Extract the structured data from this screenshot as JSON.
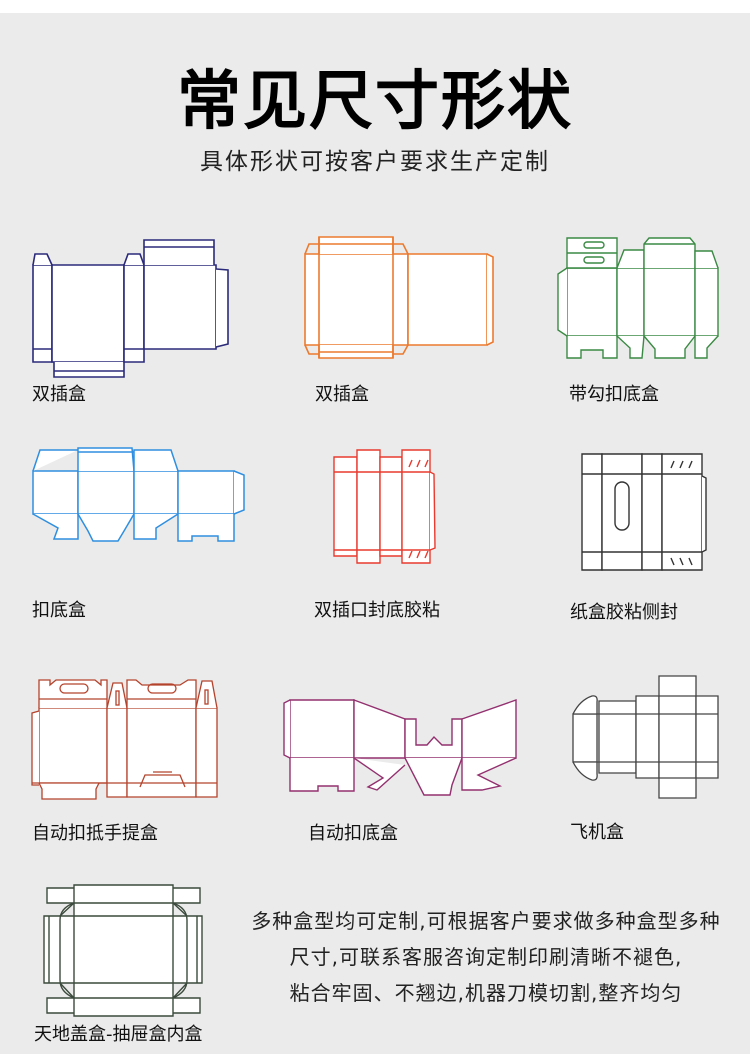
{
  "header": {
    "title": "常见尺寸形状",
    "subtitle": "具体形状可按客户要求生产定制"
  },
  "shapes": [
    {
      "label": "双插盒",
      "color": "#2b2a7a",
      "icon": "double-tuck-box-dieline"
    },
    {
      "label": "双插盒",
      "color": "#ec7a2e",
      "icon": "double-tuck-box-dieline"
    },
    {
      "label": "带勾扣底盒",
      "color": "#3a8a43",
      "icon": "hang-tab-lock-bottom-box-dieline"
    },
    {
      "label": "扣底盒",
      "color": "#2e8fe0",
      "icon": "lock-bottom-box-dieline"
    },
    {
      "label": "双插口封底胶粘",
      "color": "#e83a2f",
      "icon": "tuck-end-glued-bottom-dieline"
    },
    {
      "label": "纸盒胶粘侧封",
      "color": "#333333",
      "icon": "side-glued-carton-dieline"
    },
    {
      "label": "自动扣抵手提盒",
      "color": "#b5432c",
      "icon": "auto-lock-handle-box-dieline"
    },
    {
      "label": "自动扣底盒",
      "color": "#93306f",
      "icon": "auto-lock-bottom-box-dieline"
    },
    {
      "label": "飞机盒",
      "color": "#444444",
      "icon": "mailer-box-dieline"
    },
    {
      "label": "天地盖盒-抽屉盒内盒",
      "color": "#3b4a3c",
      "icon": "lid-base-drawer-box-dieline"
    }
  ],
  "description": {
    "lines": [
      "多种盒型均可定制,可根据客户要求做多种盒型多种",
      "尺寸,可联系客服咨询定制印刷清晰不褪色,",
      "粘合牢固、不翘边,机器刀模切割,整齐均匀"
    ]
  }
}
